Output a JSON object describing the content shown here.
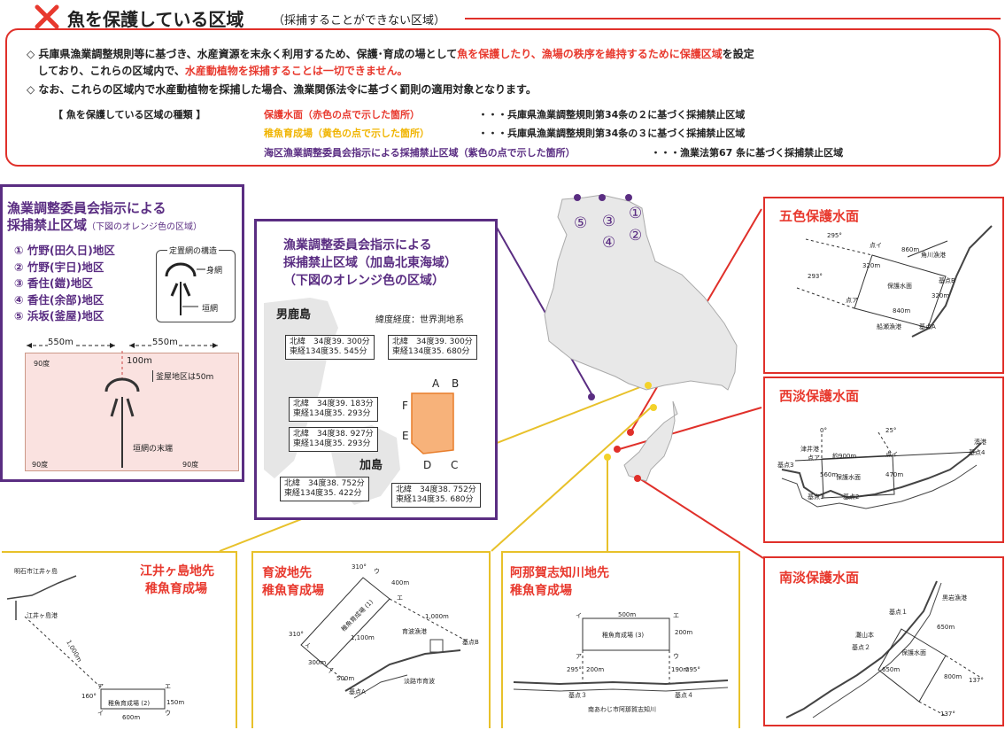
{
  "header": {
    "title": "魚を保護している区域",
    "subtitle": "（採捕することができない区域）"
  },
  "intro": {
    "bullet1_a": "兵庫県漁業調整規則等に基づき、水産資源を末永く利用するため、保護･育成の場として",
    "bullet1_b": "魚を保護したり、漁場の秩序を維持するために保護区域",
    "bullet1_c": "を設定",
    "bullet1_d": "しており、これらの区域内で、",
    "bullet1_e": "水産動植物を採捕することは一切できません。",
    "bullet2": "なお、これらの区域内で水産動植物を採捕した場合、漁業関係法令に基づく罰則の適用対象となります。",
    "types_label": "【 魚を保護している区域の種類 】",
    "type1_name": "保護水面（赤色の点で示した箇所）",
    "type1_desc": "・・・兵庫県漁業調整規則第34条の２に基づく採捕禁止区域",
    "type2_name": "稚魚育成場（黄色の点で示した箇所）",
    "type2_desc": "・・・兵庫県漁業調整規則第34条の３に基づく採捕禁止区域",
    "type3_name": "海区漁業調整委員会指示による採捕禁止区域（紫色の点で示した箇所）",
    "type3_desc": "・・・漁業法第67 条に基づく採捕禁止区域"
  },
  "left_panel": {
    "title1": "漁業調整委員会指示による",
    "title2": "採捕禁止区域",
    "title_note": "（下図のオレンジ色の区域）",
    "areas": [
      "① 竹野(田久日)地区",
      "② 竹野(宇日)地区",
      "③ 香住(鎧)地区",
      "④ 香住(余部)地区",
      "⑤ 浜坂(釜屋)地区"
    ],
    "net_title": "定置網の構造",
    "net_body": "身網",
    "net_leader": "垣網",
    "dim_left": "550m",
    "dim_right": "550m",
    "dim_100": "100m",
    "kamaya_note": "釜屋地区は50m",
    "angle1": "90度",
    "angle2": "90度",
    "angle3": "90度",
    "net_end": "垣網の末端"
  },
  "middle_panel": {
    "title1": "漁業調整委員会指示による",
    "title2": "採捕禁止区域（加島北東海域）",
    "title3": "（下図のオレンジ色の区域）",
    "island1": "男鹿島",
    "island2": "加島",
    "datum": "緯度経度：世界測地系",
    "coord_A": "北緯　34度39. 300分\n東経134度35. 545分",
    "coord_B": "北緯　34度39. 300分\n東経134度35. 680分",
    "coord_F": "北緯　34度39. 183分\n東経134度35. 293分",
    "coord_E": "北緯　34度38. 927分\n東経134度35. 293分",
    "coord_D": "北緯　34度38. 752分\n東経134度35. 422分",
    "coord_C": "北緯　34度38. 752分\n東経134度35. 680分",
    "label_A": "A",
    "label_B": "B",
    "label_C": "C",
    "label_D": "D",
    "label_E": "E",
    "label_F": "F"
  },
  "map": {
    "marker1": "①",
    "marker2": "②",
    "marker3": "③",
    "marker4": "④",
    "marker5": "⑤"
  },
  "goshiki": {
    "title": "五色保護水面",
    "angle_a": "295°",
    "angle_b": "293°",
    "pt_i": "点イ",
    "pt_a": "点ア",
    "pt_b": "基点B",
    "pt_A": "基点A",
    "d1": "860m",
    "d2": "840m",
    "d3": "320m",
    "d4": "320m",
    "port1": "角川漁港",
    "port2": "船瀬漁港",
    "area": "保護水面"
  },
  "seidan": {
    "title": "西淡保護水面",
    "angle1": "0°",
    "angle2": "25°",
    "port1": "津井港",
    "port2": "湊港",
    "pt_a": "点ア",
    "pt_i": "点イ",
    "pt3": "基点3",
    "pt4": "基点4",
    "pt1": "基点1",
    "pt2": "基点2",
    "dist": "約900m",
    "d1": "560m",
    "d2": "470m",
    "area": "保護水面"
  },
  "nandan": {
    "title": "南淡保護水面",
    "port": "黒岩漁港",
    "pt1": "基点１",
    "pt2": "基点２",
    "place": "灘山本",
    "d1": "650m",
    "d2": "650m",
    "d3": "800m",
    "angle1": "137°",
    "angle2": "137°",
    "area": "保護水面"
  },
  "eigashima": {
    "title1": "江井ヶ島地先",
    "title2": "稚魚育成場",
    "place": "明石市江井ヶ島",
    "port": "江井ヶ島港",
    "dist": "1,000ｍ",
    "angle": "160°",
    "area": "稚魚育成場 (2)",
    "w": "600m",
    "h": "150m",
    "pt_a": "ア",
    "pt_i": "イ",
    "pt_u": "ウ",
    "pt_e": "エ"
  },
  "ikuha": {
    "title1": "育波地先",
    "title2": "稚魚育成場",
    "angle1": "310°",
    "angle2": "310°",
    "d1": "400m",
    "d2": "300m",
    "d3": "1,000m",
    "d4": "1,100m",
    "d5": "500m",
    "port": "育波漁港",
    "place": "淡路市育波",
    "pt_a": "基点A",
    "pt_b": "基点B",
    "area": "稚魚育成場 (1)",
    "pt_u": "ウ",
    "pt_e": "エ",
    "pt_i": "イ",
    "pt_ka": "ア"
  },
  "anaga": {
    "title1": "阿那賀志知川地先",
    "title2": "稚魚育成場",
    "w": "500m",
    "h1": "200m",
    "h2": "200m",
    "h3": "190m",
    "angle1": "295°",
    "angle2": "295°",
    "area": "稚魚育成場 (3)",
    "pt3": "基点３",
    "pt4": "基点４",
    "place": "南あわじ市阿那賀志知川",
    "pt_i": "イ",
    "pt_e": "エ",
    "pt_a": "ア",
    "pt_u": "ウ"
  }
}
